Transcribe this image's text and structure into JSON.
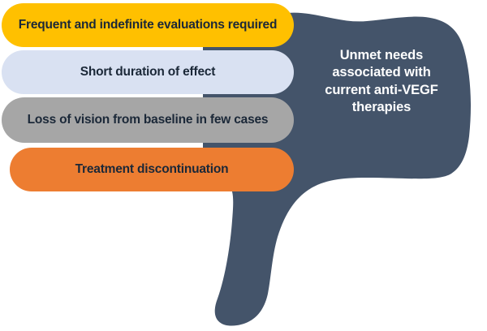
{
  "diagram": {
    "title": "Unmet needs associated with current anti-VEGF therapies",
    "colors": {
      "hand": "#44546A",
      "pill_1": "#FFC000",
      "pill_2": "#D9E1F2",
      "pill_3": "#A6A6A6",
      "pill_4": "#ED7D31",
      "pill_text": "#1b2838",
      "hand_text": "#FFFFFF",
      "background": "#FFFFFF"
    },
    "hand_shape": {
      "icon_name": "thumbs-down-shape",
      "label": "Unmet needs\nassociated with\ncurrent anti-VEGF\ntherapies"
    },
    "pills": [
      {
        "label": "Frequent and indefinite evaluations required",
        "color": "#FFC000"
      },
      {
        "label": "Short duration of effect",
        "color": "#D9E1F2"
      },
      {
        "label": "Loss of vision from baseline in few cases",
        "color": "#A6A6A6"
      },
      {
        "label": "Treatment discontinuation",
        "color": "#ED7D31"
      }
    ]
  }
}
